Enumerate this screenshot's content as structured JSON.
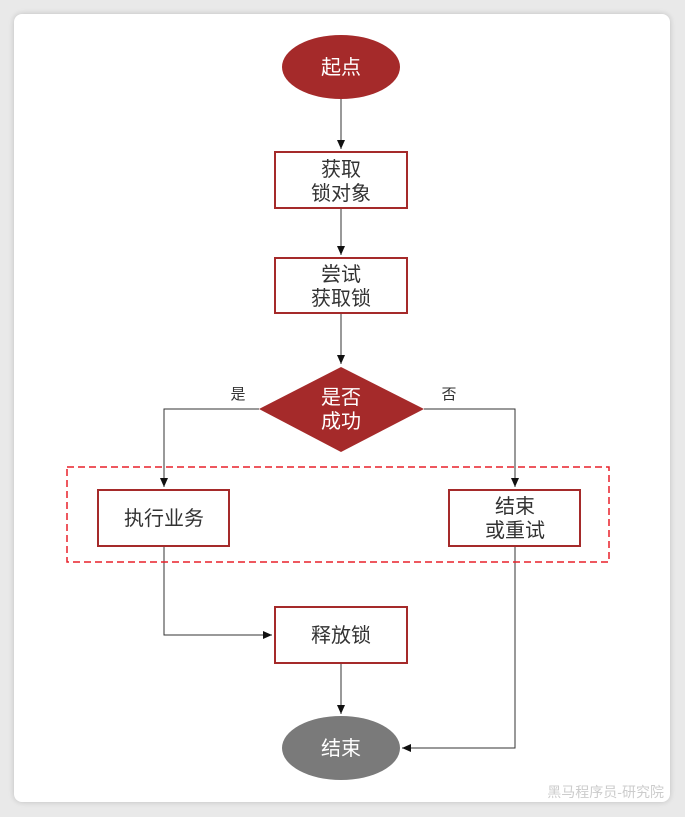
{
  "colors": {
    "accent_red": "#a52a2a",
    "terminal_gray": "#7a7a7a",
    "dashed_red": "#e8202a",
    "line": "#333333"
  },
  "nodes": {
    "start": {
      "label": "起点"
    },
    "acquire_lock_object": {
      "line1": "获取",
      "line2": "锁对象"
    },
    "try_acquire_lock": {
      "line1": "尝试",
      "line2": "获取锁"
    },
    "decision_success": {
      "line1": "是否",
      "line2": "成功"
    },
    "execute_business": {
      "label": "执行业务"
    },
    "end_or_retry": {
      "line1": "结束",
      "line2": "或重试"
    },
    "release_lock": {
      "label": "释放锁"
    },
    "end": {
      "label": "结束"
    }
  },
  "branches": {
    "yes": "是",
    "no": "否"
  },
  "watermark": "黑马程序员-研究院"
}
